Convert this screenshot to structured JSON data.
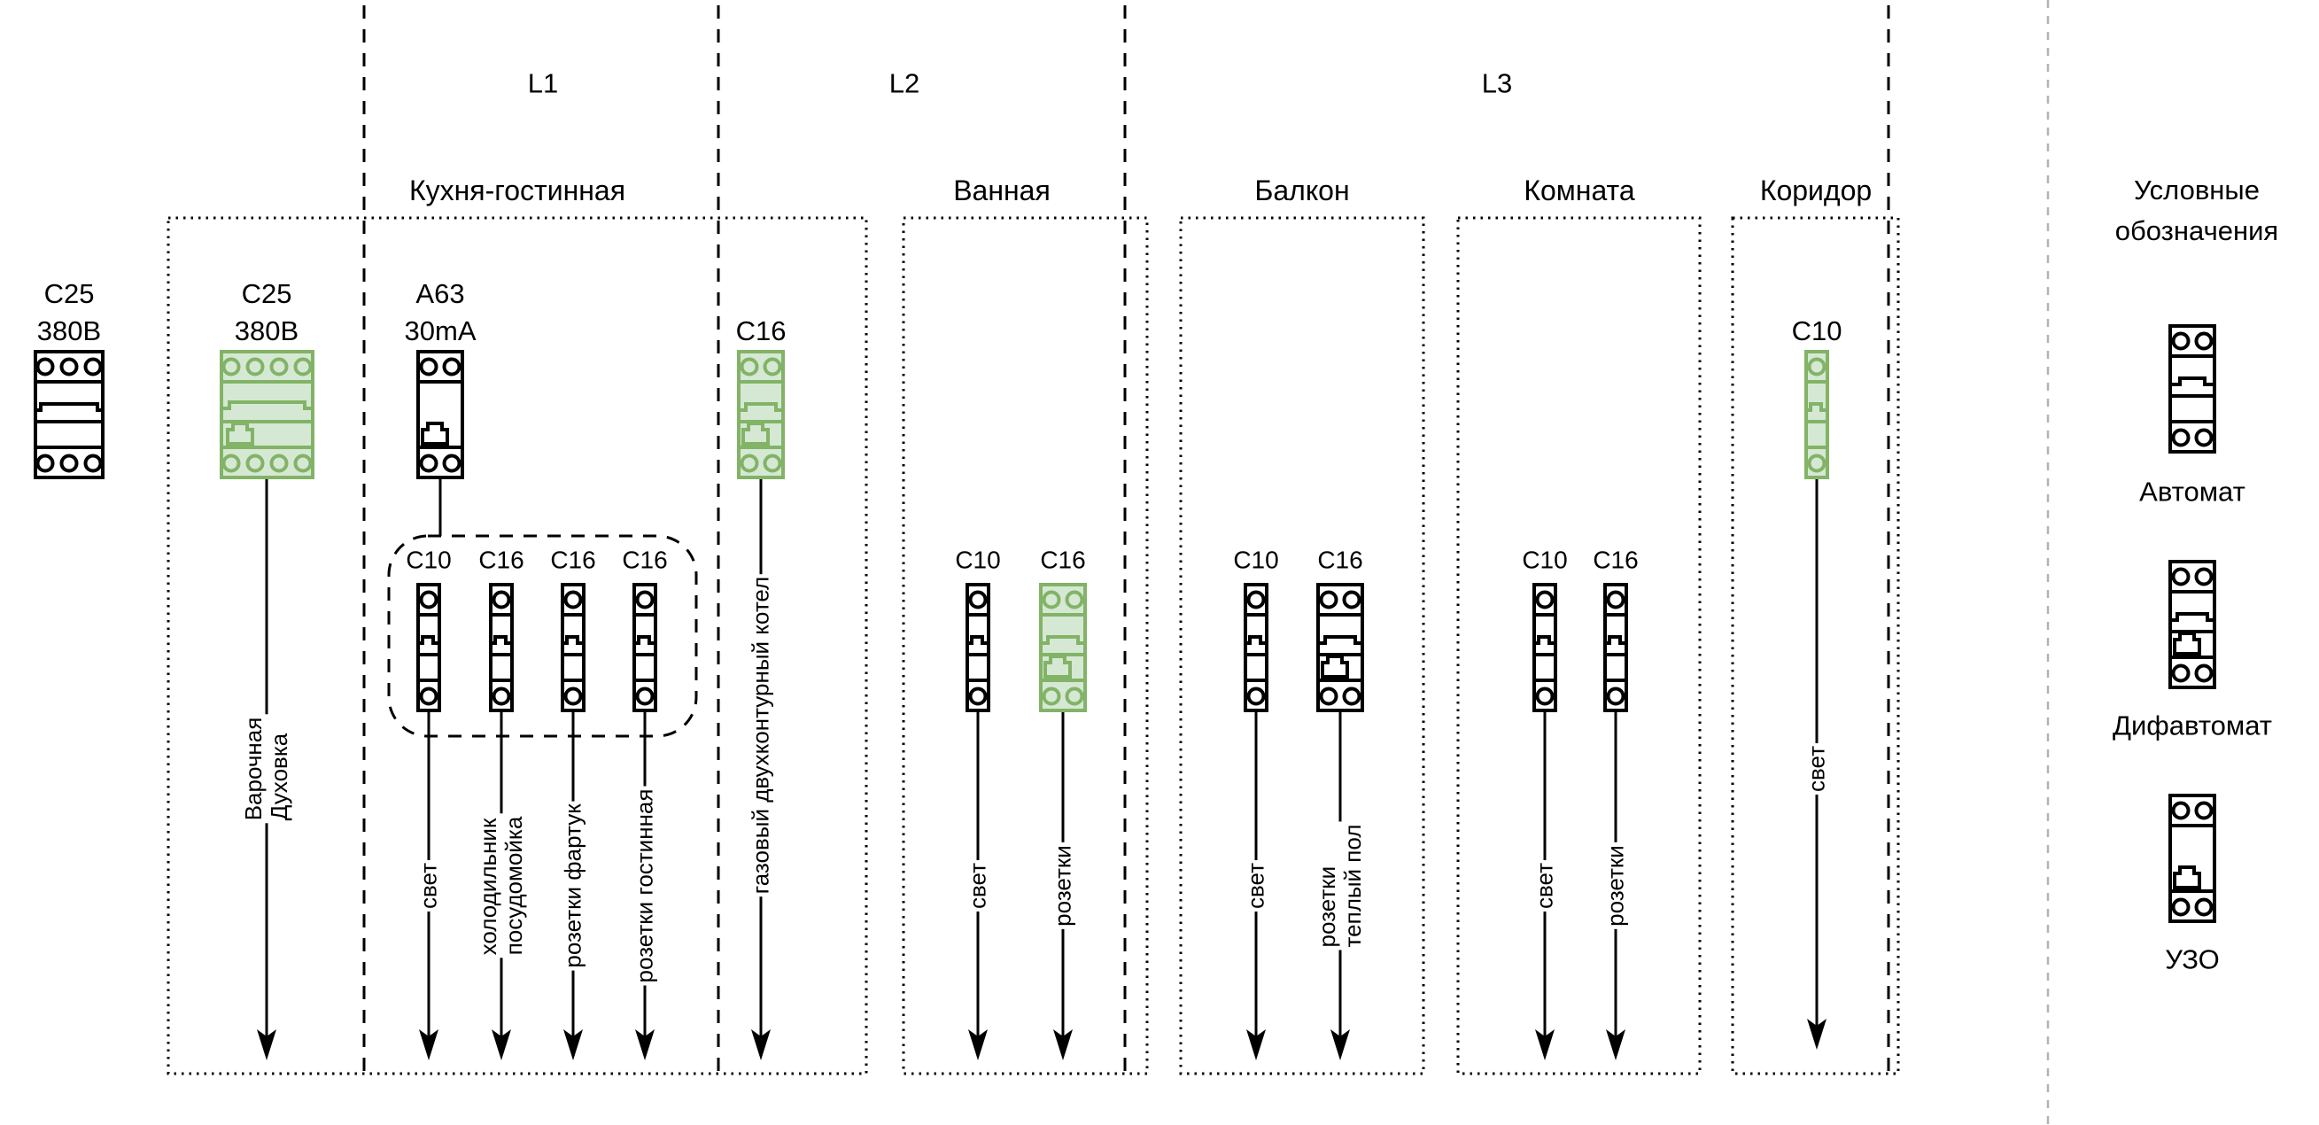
{
  "phases": {
    "l1": "L1",
    "l2": "L2",
    "l3": "L3"
  },
  "zones": {
    "kitchen": "Кухня-гостинная",
    "bathroom": "Ванная",
    "balcony": "Балкон",
    "room": "Комната",
    "corridor": "Коридор"
  },
  "breakers": {
    "service_main": {
      "label": "C25\n380В"
    },
    "kitchen_main": {
      "label": "C25\n380В"
    },
    "kitchen_rcd": {
      "label": "A63\n30mA"
    },
    "boiler": {
      "label": "C16"
    },
    "corridor_light": {
      "label": "C10"
    },
    "kitchen_group": [
      "C10",
      "C16",
      "C16",
      "C16"
    ],
    "bathroom_group": [
      "C10",
      "C16"
    ],
    "balcony_group": [
      "C10",
      "C16"
    ],
    "room_group": [
      "C10",
      "C16"
    ]
  },
  "circuits": {
    "cooker": "Варочная\nДуховка",
    "kitchen_light": "свет",
    "fridge": "холодильник\nпосудомойка",
    "backsplash": "розетки фартук",
    "living": "розетки гостинная",
    "boiler": "газовый двухконтурный котел",
    "bathroom_light": "свет",
    "bathroom_sockets": "розетки",
    "balcony_light": "свет",
    "balcony_sockets": "розетки\nтеплый пол",
    "room_light": "свет",
    "room_sockets": "розетки",
    "corridor_light": "свет"
  },
  "legend": {
    "title": "Условные\nобозначения",
    "items": [
      "Автомат",
      "Дифавтомат",
      "УЗО"
    ]
  },
  "colors": {
    "highlight_fill": "#d5e8d4",
    "highlight_stroke": "#82b366",
    "line": "#000000",
    "separator": "#b3b3b3"
  }
}
